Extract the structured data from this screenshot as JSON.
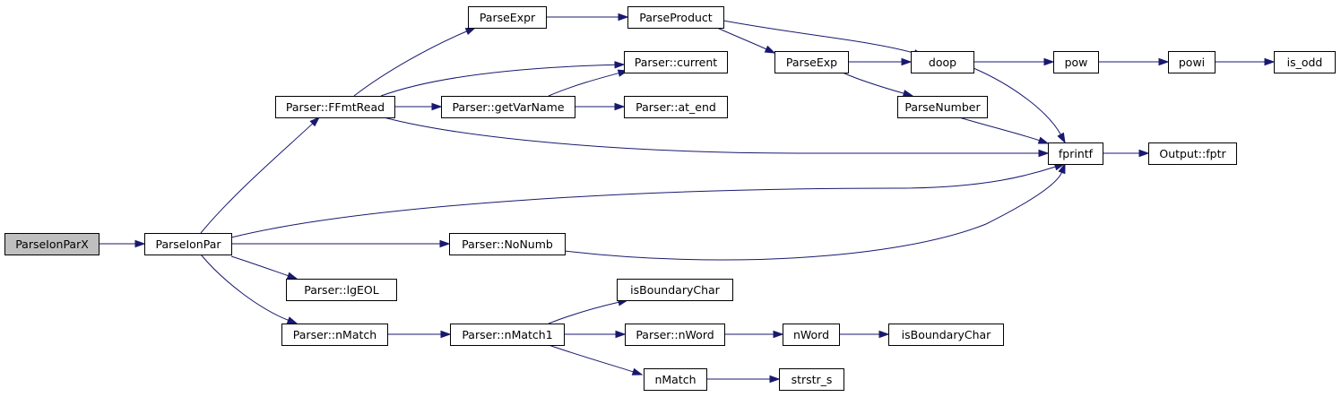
{
  "colors": {
    "edge": "#191970",
    "node_fill": "#ffffff",
    "root_fill": "#bfbfbf",
    "node_stroke": "#000000"
  },
  "nodes": [
    {
      "id": "ParseIonParX",
      "label": "ParseIonParX",
      "root": true
    },
    {
      "id": "ParseIonPar",
      "label": "ParseIonPar"
    },
    {
      "id": "FFmtRead",
      "label": "Parser::FFmtRead"
    },
    {
      "id": "ParseExpr",
      "label": "ParseExpr"
    },
    {
      "id": "ParseProduct",
      "label": "ParseProduct"
    },
    {
      "id": "ParseExp",
      "label": "ParseExp"
    },
    {
      "id": "doop",
      "label": "doop"
    },
    {
      "id": "pow",
      "label": "pow"
    },
    {
      "id": "powi",
      "label": "powi"
    },
    {
      "id": "is_odd",
      "label": "is_odd"
    },
    {
      "id": "ParseNumber",
      "label": "ParseNumber"
    },
    {
      "id": "fprintf",
      "label": "fprintf"
    },
    {
      "id": "fptr",
      "label": "Output::fptr"
    },
    {
      "id": "current",
      "label": "Parser::current"
    },
    {
      "id": "getVarName",
      "label": "Parser::getVarName"
    },
    {
      "id": "at_end",
      "label": "Parser::at_end"
    },
    {
      "id": "NoNumb",
      "label": "Parser::NoNumb"
    },
    {
      "id": "lgEOL",
      "label": "Parser::lgEOL"
    },
    {
      "id": "nMatchP",
      "label": "Parser::nMatch"
    },
    {
      "id": "nMatch1",
      "label": "Parser::nMatch1"
    },
    {
      "id": "isBoundaryChar1",
      "label": "isBoundaryChar"
    },
    {
      "id": "nWordP",
      "label": "Parser::nWord"
    },
    {
      "id": "nWord",
      "label": "nWord"
    },
    {
      "id": "isBoundaryChar2",
      "label": "isBoundaryChar"
    },
    {
      "id": "nMatch",
      "label": "nMatch"
    },
    {
      "id": "strstr_s",
      "label": "strstr_s"
    }
  ],
  "edges": [
    {
      "from": "ParseIonParX",
      "to": "ParseIonPar"
    },
    {
      "from": "ParseIonPar",
      "to": "FFmtRead"
    },
    {
      "from": "ParseIonPar",
      "to": "fprintf"
    },
    {
      "from": "ParseIonPar",
      "to": "NoNumb"
    },
    {
      "from": "ParseIonPar",
      "to": "lgEOL"
    },
    {
      "from": "ParseIonPar",
      "to": "nMatchP"
    },
    {
      "from": "FFmtRead",
      "to": "ParseExpr"
    },
    {
      "from": "FFmtRead",
      "to": "current"
    },
    {
      "from": "FFmtRead",
      "to": "getVarName"
    },
    {
      "from": "FFmtRead",
      "to": "fprintf"
    },
    {
      "from": "getVarName",
      "to": "current"
    },
    {
      "from": "getVarName",
      "to": "at_end"
    },
    {
      "from": "ParseExpr",
      "to": "ParseProduct"
    },
    {
      "from": "ParseProduct",
      "to": "ParseExp"
    },
    {
      "from": "ParseProduct",
      "to": "doop"
    },
    {
      "from": "ParseExp",
      "to": "doop"
    },
    {
      "from": "ParseExp",
      "to": "ParseNumber"
    },
    {
      "from": "doop",
      "to": "pow"
    },
    {
      "from": "doop",
      "to": "fprintf"
    },
    {
      "from": "pow",
      "to": "powi"
    },
    {
      "from": "powi",
      "to": "is_odd"
    },
    {
      "from": "ParseNumber",
      "to": "fprintf"
    },
    {
      "from": "fprintf",
      "to": "fptr"
    },
    {
      "from": "NoNumb",
      "to": "fprintf"
    },
    {
      "from": "nMatchP",
      "to": "nMatch1"
    },
    {
      "from": "nMatch1",
      "to": "isBoundaryChar1"
    },
    {
      "from": "nMatch1",
      "to": "nWordP"
    },
    {
      "from": "nMatch1",
      "to": "nMatch"
    },
    {
      "from": "nWordP",
      "to": "nWord"
    },
    {
      "from": "nWord",
      "to": "isBoundaryChar2"
    },
    {
      "from": "nMatch",
      "to": "strstr_s"
    }
  ]
}
